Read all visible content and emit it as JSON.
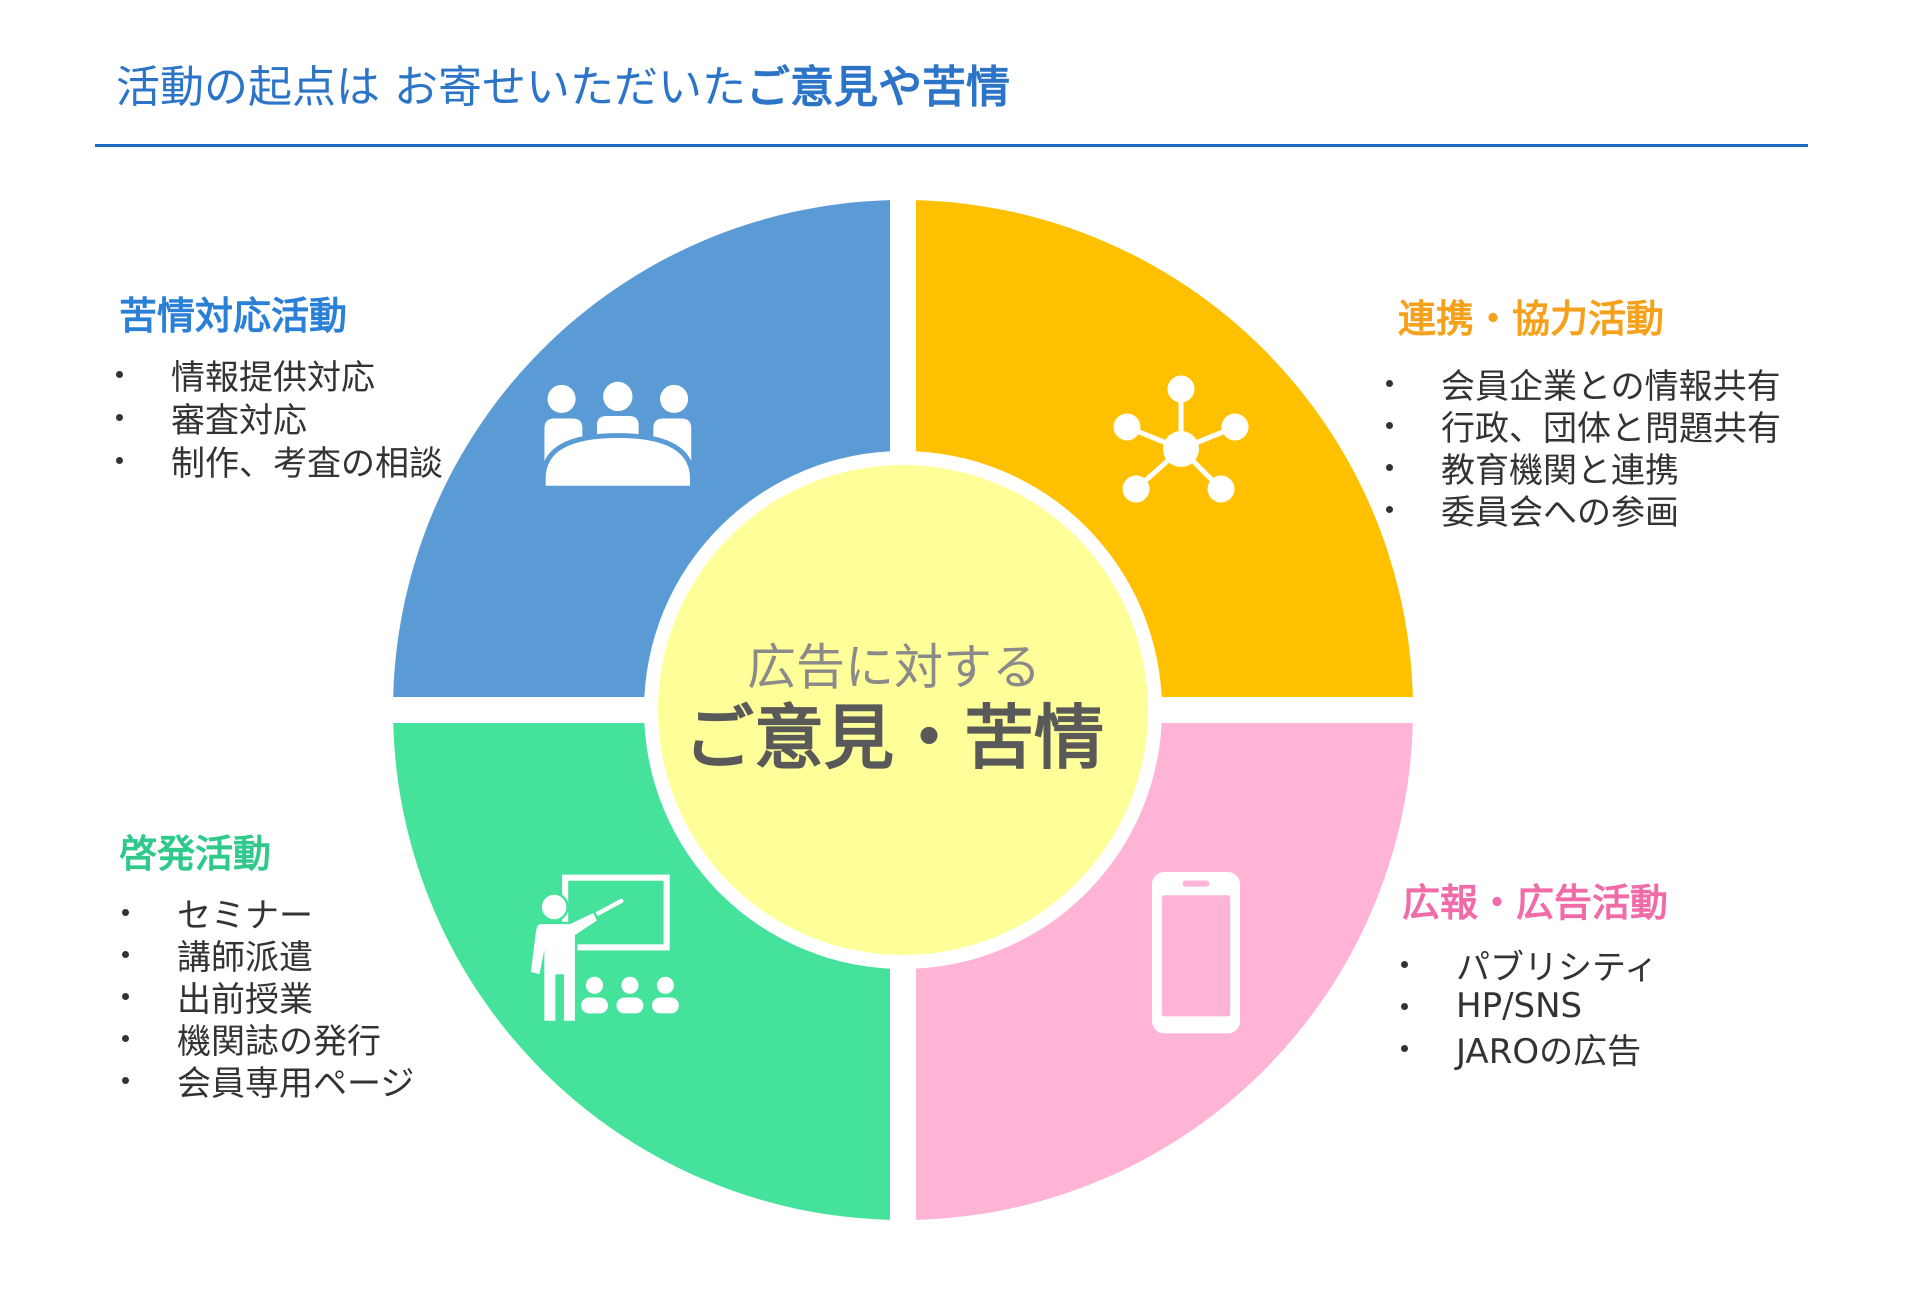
{
  "title": {
    "regular": "活動の起点は お寄せいただいた",
    "bold": "ご意見や苦情",
    "color": "#2B74C7",
    "rule_color": "#1B6AC3"
  },
  "center": {
    "line1": "広告に対する",
    "line2": "ご意見・苦情",
    "fill": "#FFFF99"
  },
  "quadrants": [
    {
      "heading": "苦情対応活動",
      "heading_color": "#2A80D6",
      "fill": "#5B9BD5",
      "icon": "meeting-group-icon",
      "items": [
        "情報提供対応",
        "審査対応",
        "制作、考査の相談"
      ]
    },
    {
      "heading": "連携・協力活動",
      "heading_color": "#F5A11C",
      "fill": "#FFC000",
      "icon": "network-hub-icon",
      "items": [
        "会員企業との情報共有",
        "行政、団体と問題共有",
        "教育機関と連携",
        "委員会への参画"
      ]
    },
    {
      "heading": "啓発活動",
      "heading_color": "#2EC98B",
      "fill": "#45E29C",
      "icon": "teacher-presentation-icon",
      "items": [
        "セミナー",
        "講師派遣",
        "出前授業",
        "機関誌の発行",
        "会員専用ページ"
      ]
    },
    {
      "heading": "広報・広告活動",
      "heading_color": "#F06BA8",
      "fill": "#FFB3D5",
      "icon": "smartphone-icon",
      "items": [
        "パブリシティ",
        "HP/SNS",
        "JAROの広告"
      ]
    }
  ]
}
